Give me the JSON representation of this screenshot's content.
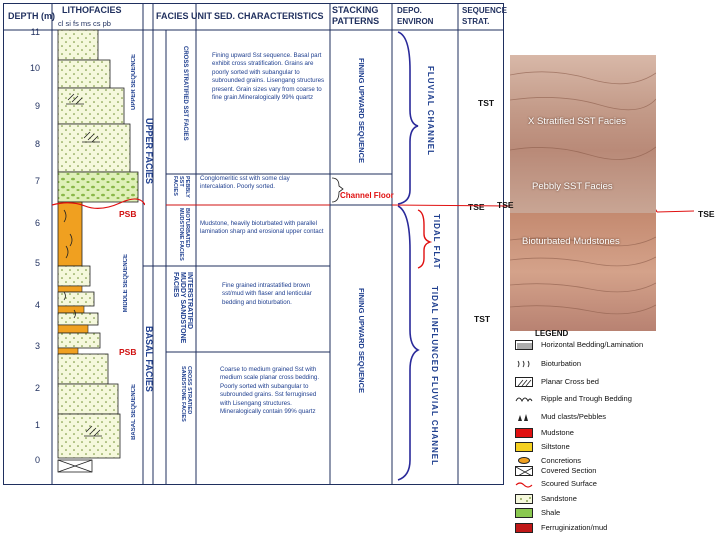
{
  "headers": {
    "depth": "DEPTH (m)",
    "lithofacies": "LITHOFACIES",
    "grain_scale": "cl si fs ms cs pb",
    "facies_unit": "FACIES UNIT",
    "sed_characteristics": "SED. CHARACTERISTICS",
    "stacking_patterns": "STACKING\nPATTERNS",
    "depo_environ": "DEPO.\nENVIRON",
    "sequence_strat": "SEQUENCE\nSTRAT."
  },
  "depth_ticks": [
    "11",
    "10",
    "9",
    "8",
    "7",
    "6",
    "5",
    "4",
    "3",
    "2",
    "1",
    "0"
  ],
  "psb_labels": [
    "PSB",
    "PSB"
  ],
  "sequences": {
    "upper": "UPPER SEQUENCE",
    "middle": "MIDDLE SEQUENCE",
    "basal": "BASAL SEQUENCE"
  },
  "facies_groups": {
    "upper": "UPPER FACIES",
    "basal": "BASAL FACIES"
  },
  "facies_units": [
    {
      "name": "CROSS STRATIFIED SST FACIES",
      "description": "Fining upward Sst sequence. Basal part exhibit cross stratification. Grains are poorly sorted with subangular to subrounded grains. Lisengang structures present. Grain sizes vary from coarse to fine grain.Mineralogically 99% quartz"
    },
    {
      "name": "PEBBLY SST FACIES",
      "description": "Conglomeritic sst with some clay intercalation. Poorly sorted."
    },
    {
      "name": "BIOTURBATED MUDSTONE FACIES",
      "description": "Mudstone, heavily bioturbated with parallel lamination sharp and erosional upper contact"
    },
    {
      "name": "INTERSTRATIFID MUDDY SANDSTONE FACIES",
      "description": "Fine grained intrastatified brown sst/mud with flaser and lenticular bedding and bioturbation."
    },
    {
      "name": "CROSS STRATIED SANDSTONE FACIES",
      "description": "Coarse to medium grained Sst with medium scale planar cross bedding. Poorly sorted with subangular to subrounded grains. Sst ferruginsed with Lisengang structures. Mineralogically contain 99% quartz"
    }
  ],
  "stacking": {
    "upper": "FINING UPWARD SEQUENCE",
    "lower": "FINING UPWARD SEQUENCE",
    "channel_floor": "Channel Floor"
  },
  "environments": {
    "fluvial": "FLUVIAL CHANNEL",
    "tidal_flat": "TIDAL FLAT",
    "tidal_fluvial": "TIDAL INFLUNCED FLUVIAL CHANNEL"
  },
  "sequence_strat": {
    "tst_upper": "TST",
    "tse": "TSE",
    "tst_lower": "TST"
  },
  "photo": {
    "label_1": "X Stratified SST Facies",
    "label_2": "Pebbly SST Facies",
    "label_3": "Bioturbated Mudstones",
    "tse_photo": "TSE",
    "tse_right": "TSE"
  },
  "legend": {
    "title": "LEGEND",
    "items": [
      "Horizontal Bedding/Lamination",
      "Bioturbation",
      "Planar Cross bed",
      "Ripple and Trough Bedding",
      "Mud clasts/Pebbles",
      "Mudstone",
      "Siltstone",
      "Concretions",
      "Covered Section",
      "Scoured Surface",
      "Sandstone",
      "Shale",
      "Ferruginization/mud"
    ]
  },
  "colors": {
    "mudstone": "#f0a020",
    "sandstone_fill": "#f5f8dc",
    "pebbly_fill": "#dff0b8",
    "scour": "#e01010",
    "bracket": "#2a2a9a",
    "text_blue": "#1f3f8f"
  }
}
